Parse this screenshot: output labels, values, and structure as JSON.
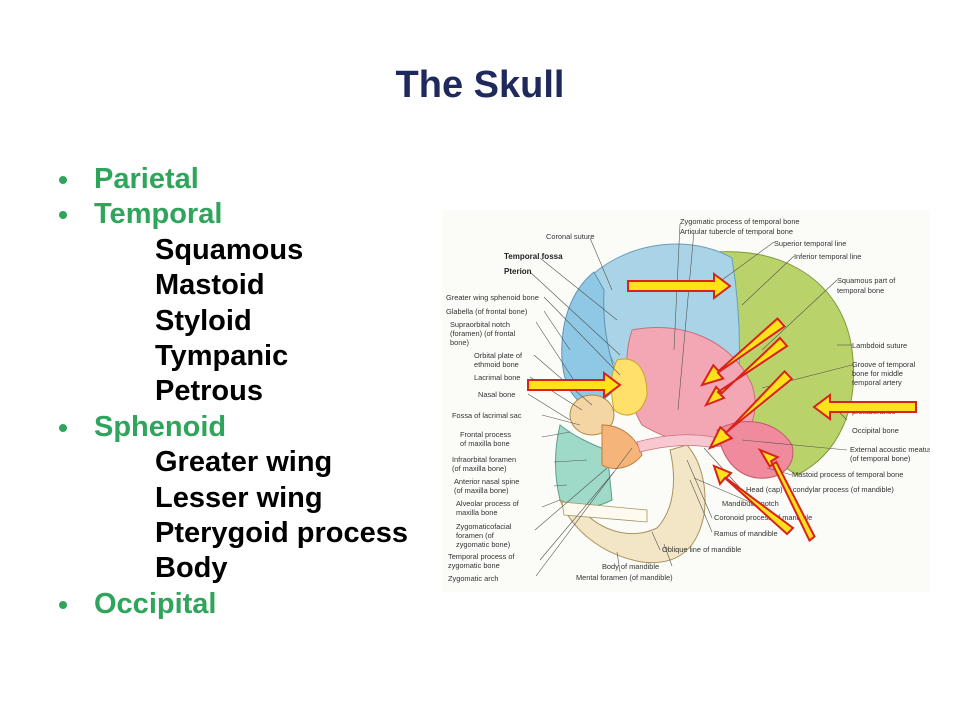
{
  "slide": {
    "title": "The Skull",
    "colors": {
      "title": "#1f2a5c",
      "bullet": "#2fa55b",
      "sub": "#000000",
      "arrow_fill": "#ffe21a",
      "arrow_stroke": "#d8221c"
    },
    "items": [
      {
        "label": "Parietal",
        "level": 1
      },
      {
        "label": "Temporal",
        "level": 1
      },
      {
        "label": "Squamous",
        "level": 2
      },
      {
        "label": "Mastoid",
        "level": 2
      },
      {
        "label": "Styloid",
        "level": 2
      },
      {
        "label": "Tympanic",
        "level": 2
      },
      {
        "label": "Petrous",
        "level": 2
      },
      {
        "label": "Sphenoid",
        "level": 1
      },
      {
        "label": "Greater wing",
        "level": 2
      },
      {
        "label": "Lesser wing",
        "level": 2
      },
      {
        "label": "Pterygoid process",
        "level": 2
      },
      {
        "label": "Body",
        "level": 2
      },
      {
        "label": "Occipital",
        "level": 1
      }
    ]
  },
  "figure": {
    "labels": {
      "zygomatic_process": "Zygomatic process of temporal bone",
      "articular_tubercle": "Articular tubercle of temporal bone",
      "coronal_suture": "Coronal suture",
      "superior_temporal_line": "Superior temporal line",
      "temporal_fossa": "Temporal fossa",
      "inferior_temporal_line": "Inferior temporal line",
      "pterion": "Pterion",
      "squamous_part_1": "Squamous part of",
      "squamous_part_2": "temporal bone",
      "greater_wing": "Greater wing sphenoid bone",
      "glabella": "Glabella (of frontal bone)",
      "supraorbital_1": "Supraorbital notch",
      "supraorbital_2": "(foramen) (of frontal",
      "supraorbital_3": "bone)",
      "lambdoid": "Lambdoid suture",
      "groove_1": "Groove of temporal",
      "groove_2": "bone for middle",
      "groove_3": "temporal artery",
      "orbital_plate_1": "Orbital plate of",
      "orbital_plate_2": "ethmoid bone",
      "lacrimal": "Lacrimal bone",
      "nasal": "Nasal bone",
      "protuberance": "protuberance",
      "fossa_lacrimal": "Fossa of lacrimal sac",
      "occipital_bone": "Occipital bone",
      "frontal_process_1": "Frontal process",
      "frontal_process_2": "of maxilla bone",
      "external_acoustic_1": "External acoustic meatus",
      "external_acoustic_2": "(of temporal bone)",
      "infraorbital_1": "Infraorbital foramen",
      "infraorbital_2": "(of maxilla bone)",
      "mastoid_process": "Mastoid process of temporal bone",
      "anterior_nasal_1": "Anterior nasal spine",
      "anterior_nasal_2": "(of maxilla bone)",
      "head_condylar": "Head (cap) of condylar process (of mandible)",
      "alveolar_1": "Alveolar process of",
      "alveolar_2": "maxilla bone",
      "mandibular_notch": "Mandibular notch",
      "zygomaticofacial_1": "Zygomaticofacial",
      "zygomaticofacial_2": "foramen (of",
      "zygomaticofacial_3": "zygomatic bone)",
      "coronoid": "Coronoid process of mandible",
      "ramus": "Ramus of mandible",
      "temporal_process_1": "Temporal process of",
      "temporal_process_2": "zygomatic bone",
      "oblique_line": "Oblique line of mandible",
      "zygomatic_arch": "Zygomatic arch",
      "body_mandible": "Body of mandible",
      "mental_foramen": "Mental foramen (of mandible)"
    }
  }
}
